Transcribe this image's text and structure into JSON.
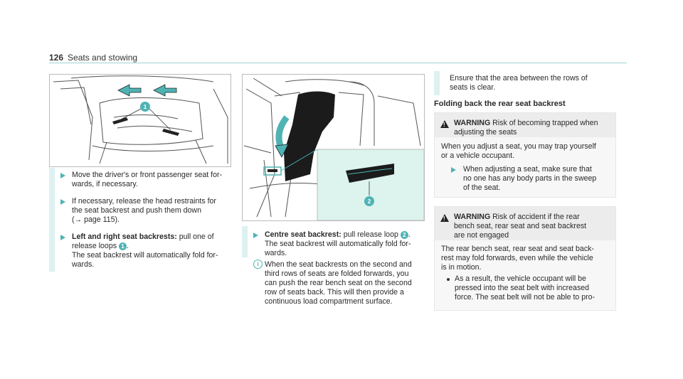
{
  "header": {
    "page_number": "126",
    "section": "Seats and stowing"
  },
  "left": {
    "figure": {
      "callout_1": "1"
    },
    "steps": [
      "Move the driver's or front passenger seat for-",
      "wards, if necessary.",
      "If necessary, release the head restraints for",
      "the seat backrest and push them down",
      "(→ page 115).",
      "Left and right seat backrests:",
      " pull one of",
      "release loops",
      ".",
      "The seat backrest will automatically fold for-",
      "wards."
    ],
    "callout_ref": "1"
  },
  "middle": {
    "figure": {
      "callout_2": "2"
    },
    "step_bold": "Centre seat backrest:",
    "step_rest": " pull release loop",
    "step_end": ".",
    "step_line2": "The seat backrest will automatically fold for-",
    "step_line3": "wards.",
    "callout_ref": "2",
    "info_icon": "i",
    "info_lines": [
      "When the seat backrests on the second and",
      "third rows of seats are folded forwards, you",
      "can push the rear bench seat on the second",
      "row of seats back. This will then provide a",
      "continuous load compartment surface."
    ]
  },
  "right": {
    "intro_lines": [
      "Ensure that the area between the rows of",
      "seats is clear."
    ],
    "subheading": "Folding back the rear seat backrest",
    "warning1": {
      "label": "WARNING",
      "title_1": " Risk of becoming trapped when",
      "title_2": "adjusting the seats",
      "body_1": "When you adjust a seat, you may trap yourself",
      "body_2": "or a vehicle occupant.",
      "step_1": "When adjusting a seat, make sure that",
      "step_2": "no one has any body parts in the sweep",
      "step_3": "of the seat."
    },
    "warning2": {
      "label": "WARNING",
      "title_1": " Risk of accident if the rear",
      "title_2": "bench seat, rear seat and seat backrest",
      "title_3": "are not engaged",
      "body_1": "The rear bench seat, rear seat and seat back-",
      "body_2": "rest may fold forwards, even while the vehicle",
      "body_3": "is in motion.",
      "bullet_1": "As a result, the vehicle occupant will be",
      "bullet_2": "pressed into the seat belt with increased",
      "bullet_3": "force. The seat belt will not be able to pro-"
    }
  },
  "colors": {
    "accent": "#4fb3b4",
    "accent_light": "#ddf1f1",
    "inset": "#dcf3ee"
  }
}
